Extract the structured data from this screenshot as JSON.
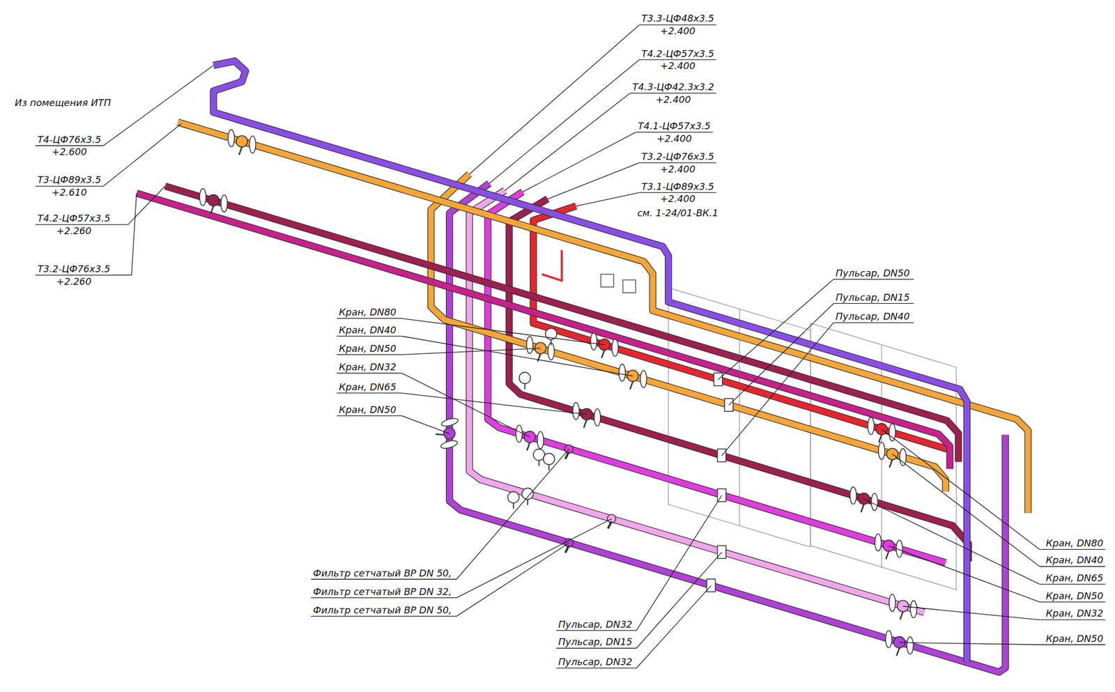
{
  "diagram": {
    "labels": [
      "Т3.3-ЦФ48х3.5",
      "+2.400",
      "Т4.2-ЦФ57х3.5",
      "+2.400",
      "Т4.3-ЦФ42.3х3.2",
      "+2.400",
      "Т4.1-ЦФ57х3.5",
      "+2.400",
      "Т3.2-ЦФ76х3.5",
      "+2.400",
      "Т3.1-ЦФ89х3.5",
      "+2.400",
      "см. 1-24/01-ВК.1",
      "Из помещения ИТП",
      "Т4-ЦФ76х3.5",
      "+2.600",
      "Т3-ЦФ89х3.5",
      "+2.610",
      "Т4.2-ЦФ57х3.5",
      "+2.260",
      "Т3.2-ЦФ76х3.5",
      "+2.260",
      "Пульсар, DN50",
      "Пульсар, DN15",
      "Пульсар, DN40",
      "Кран, DN80",
      "Кран, DN40",
      "Кран, DN50",
      "Кран, DN32",
      "Кран, DN65",
      "Кран, DN50",
      "Кран, DN80",
      "Кран, DN40",
      "Кран, DN65",
      "Кран, DN50",
      "Кран, DN32",
      "Кран, DN50",
      "Фильтр сетчатый ВР DN 50,",
      "Фильтр сетчатый ВР DN 32,",
      "Фильтр сетчатый ВР DN 50,",
      "Пульсар, DN32",
      "Пульсар, DN15",
      "Пульсар, DN32"
    ]
  }
}
